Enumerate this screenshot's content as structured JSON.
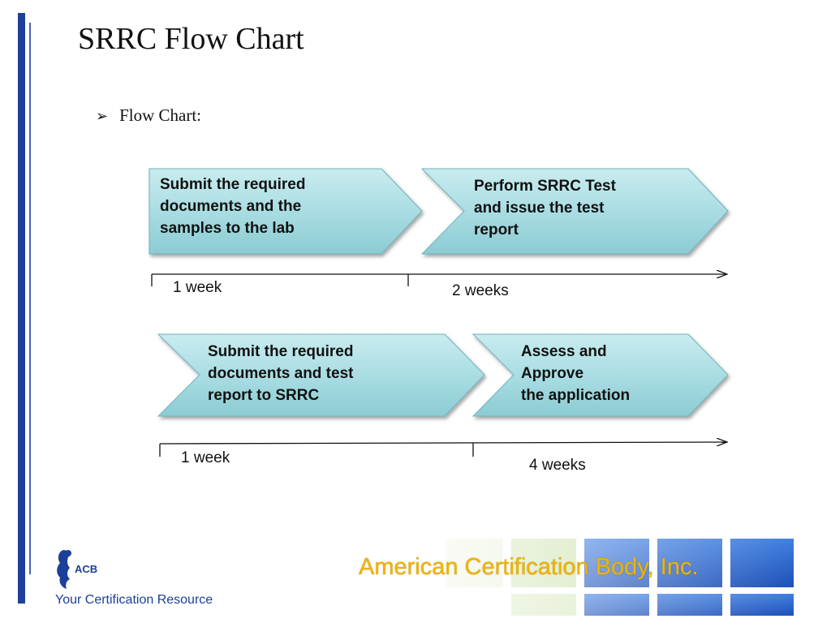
{
  "slide": {
    "title": "SRRC Flow Chart",
    "bullet": "Flow Chart:"
  },
  "flow": {
    "row1": {
      "step1": [
        "Submit the required",
        "documents and the",
        "samples to the lab"
      ],
      "step2": [
        "Perform SRRC Test",
        "and issue the test",
        "report"
      ],
      "duration1": "1 week",
      "duration2": "2 weeks"
    },
    "row2": {
      "step1": [
        "Submit the required",
        "documents and  test",
        "report to SRRC"
      ],
      "step2": [
        "Assess and",
        "Approve",
        "the application"
      ],
      "duration1": "1 week",
      "duration2": "4 weeks"
    }
  },
  "footer": {
    "tagline": "Your Certification Resource",
    "logo_text": "ACB",
    "company": "American Certification Body, Inc."
  },
  "colors": {
    "arrow_fill": "#a9dde3",
    "arrow_stroke": "#6fb3bc",
    "side_bar": "#1f3f9a",
    "banner_text": "#f2b400",
    "tagline": "#1c3f99"
  }
}
